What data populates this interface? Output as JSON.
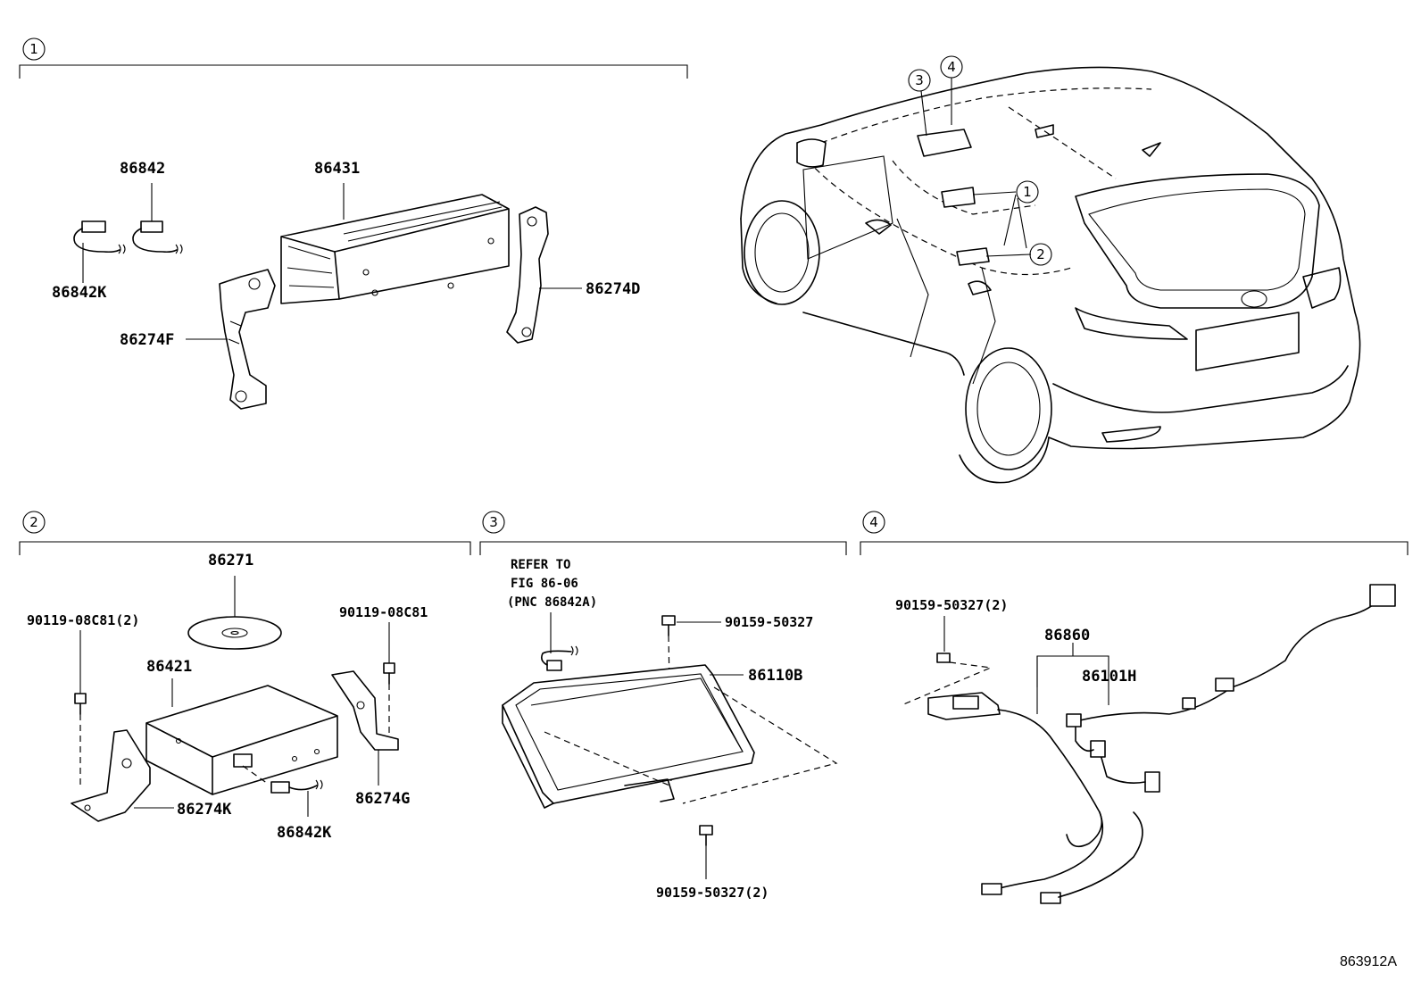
{
  "sections": [
    {
      "number": "1"
    },
    {
      "number": "2"
    },
    {
      "number": "3"
    },
    {
      "number": "4"
    }
  ],
  "vehicle_callouts": [
    "3",
    "4",
    "1",
    "2"
  ],
  "parts": {
    "s1": {
      "p86842": "86842",
      "p86842k": "86842K",
      "p86431": "86431",
      "p86274f": "86274F",
      "p86274d": "86274D"
    },
    "s2": {
      "p86271": "86271",
      "p86421": "86421",
      "bolt_left": "90119-08C81(2)",
      "bolt_right": "90119-08C81",
      "p86274k": "86274K",
      "p86842k": "86842K",
      "p86274g": "86274G"
    },
    "s3": {
      "refer_line1": "REFER TO",
      "refer_line2": "FIG 86-06",
      "refer_line3": "(PNC 86842A)",
      "screw_top": "90159-50327",
      "p86110b": "86110B",
      "screw_bottom": "90159-50327(2)"
    },
    "s4": {
      "screw": "90159-50327(2)",
      "p86860": "86860",
      "p86101h": "86101H"
    }
  },
  "drawing_code": "863912A"
}
